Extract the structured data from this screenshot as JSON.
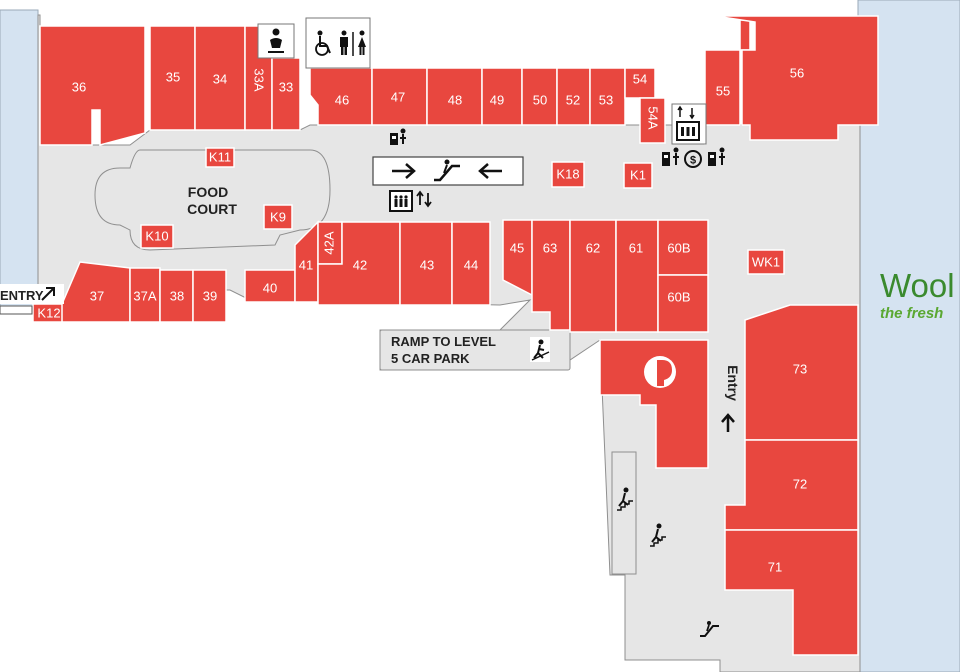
{
  "shops": {
    "s36": "36",
    "s35": "35",
    "s34": "34",
    "s33a": "33A",
    "s33": "33",
    "s46": "46",
    "s47": "47",
    "s48": "48",
    "s49": "49",
    "s50": "50",
    "s52": "52",
    "s53": "53",
    "s54": "54",
    "s54a": "54A",
    "s55": "55",
    "s56": "56",
    "s37": "37",
    "s37a": "37A",
    "s38": "38",
    "s39": "39",
    "s40": "40",
    "s41": "41",
    "s42a": "42A",
    "s42": "42",
    "s43": "43",
    "s44": "44",
    "s45": "45",
    "s63": "63",
    "s62": "62",
    "s61": "61",
    "s60b1": "60B",
    "s60b2": "60B",
    "s73": "73",
    "s72": "72",
    "s71": "71"
  },
  "kiosks": {
    "k11": "K11",
    "k9": "K9",
    "k10": "K10",
    "k18": "K18",
    "k1": "K1",
    "wk1": "WK1",
    "k12": "K12"
  },
  "labels": {
    "food_court_line1": "FOOD",
    "food_court_line2": "COURT",
    "entry_left": "ENTRY",
    "entry_right": "Entry",
    "ramp_line1": "RAMP TO LEVEL",
    "ramp_line2": "5 CAR PARK",
    "woolworths_name": "Wool",
    "woolworths_tagline": "the fresh"
  },
  "colors": {
    "shop": "#e8473f",
    "corridor": "#e6e6e6",
    "anchor": "#d5e3f1",
    "woolworths_green": "#3a8a2e"
  },
  "icons": [
    "baby-change-icon",
    "accessible-toilet-icon",
    "escalator-icon",
    "lift-icon",
    "atm-icon",
    "australia-post-icon",
    "stairs-icon",
    "travelator-icon"
  ]
}
